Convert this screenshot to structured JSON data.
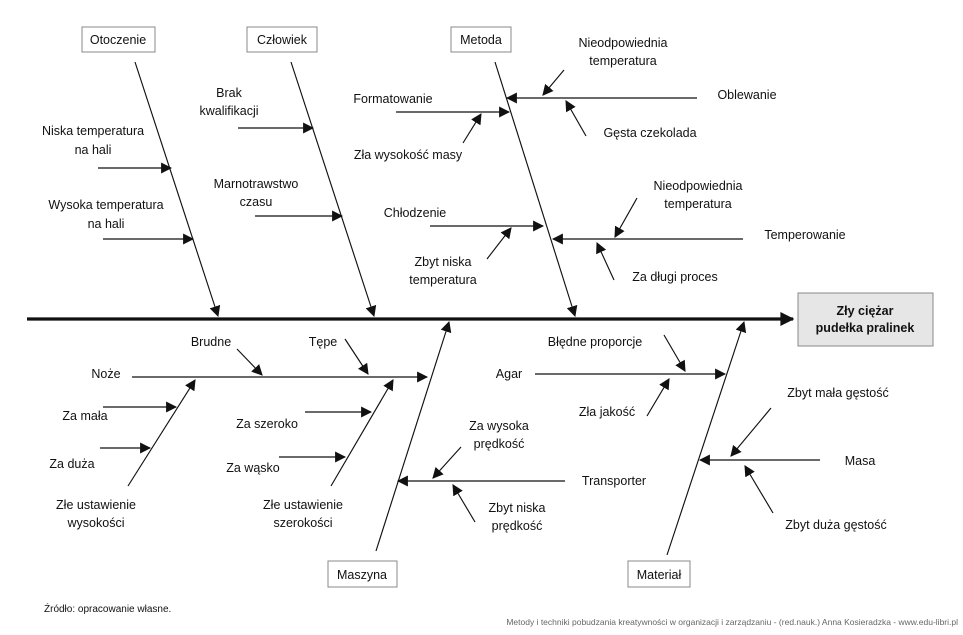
{
  "effect": {
    "line1": "Zły ciężar",
    "line2": "pudełka pralinek"
  },
  "categories": {
    "otoczenie": "Otoczenie",
    "czlowiek": "Człowiek",
    "metoda": "Metoda",
    "maszyna": "Maszyna",
    "material": "Materiał"
  },
  "causes": {
    "niska_temp_line1": "Niska temperatura",
    "niska_temp_line2": "na hali",
    "wysoka_temp_line1": "Wysoka temperatura",
    "wysoka_temp_line2": "na hali",
    "brak_kwal_line1": "Brak",
    "brak_kwal_line2": "kwalifikacji",
    "marnotrawstwo_line1": "Marnotrawstwo",
    "marnotrawstwo_line2": "czasu",
    "formatowanie": "Formatowanie",
    "zla_wysokosc_masy": "Zła wysokość masy",
    "oblewanie": "Oblewanie",
    "nieodp_temp_1_line1": "Nieodpowiednia",
    "nieodp_temp_1_line2": "temperatura",
    "gesta_czekolada": "Gęsta czekolada",
    "chlodzenie": "Chłodzenie",
    "zbyt_niska_temp_line1": "Zbyt niska",
    "zbyt_niska_temp_line2": "temperatura",
    "temperowanie": "Temperowanie",
    "nieodp_temp_2_line1": "Nieodpowiednia",
    "nieodp_temp_2_line2": "temperatura",
    "za_dlugi_proces": "Za długi proces",
    "noze": "Noże",
    "brudne": "Brudne",
    "tepe": "Tępe",
    "za_mala": "Za mała",
    "za_duza": "Za duża",
    "zle_ust_wys_line1": "Złe ustawienie",
    "zle_ust_wys_line2": "wysokości",
    "za_szeroko": "Za szeroko",
    "za_wasko": "Za wąsko",
    "zle_ust_szer_line1": "Złe ustawienie",
    "zle_ust_szer_line2": "szerokości",
    "agar": "Agar",
    "bledne_proporcje": "Błędne proporcje",
    "zla_jakosc": "Zła jakość",
    "transporter": "Transporter",
    "za_wysoka_predkosc_line1": "Za wysoka",
    "za_wysoka_predkosc_line2": "prędkość",
    "zbyt_niska_predkosc_line1": "Zbyt niska",
    "zbyt_niska_predkosc_line2": "prędkość",
    "masa": "Masa",
    "zbyt_mala_gestosc": "Zbyt mała gęstość",
    "zbyt_duza_gestosc": "Zbyt duża gęstość"
  },
  "source_note": "Źródło: opracowanie własne.",
  "footer": "Metody i techniki pobudzania kreatywności w organizacji i zarządzaniu -  (red.nauk.) Anna Kosieradzka - www.edu-libri.pl"
}
